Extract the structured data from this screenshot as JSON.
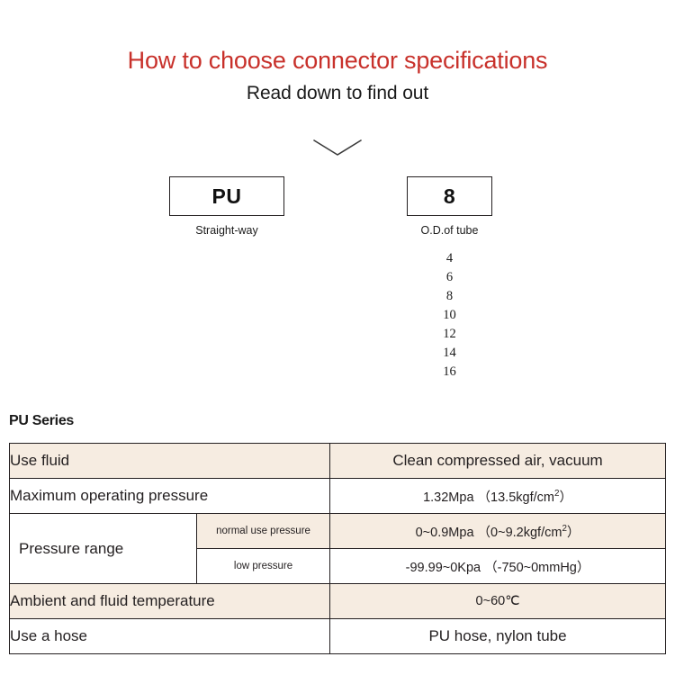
{
  "header": {
    "title": "How to choose connector specifications",
    "subtitle": "Read down to find out",
    "title_color": "#c8312b",
    "arrow_icon": "chevron-down-icon"
  },
  "code_breakdown": [
    {
      "key": "straight-way",
      "code": "PU",
      "caption": "Straight-way",
      "options": []
    },
    {
      "key": "od-of-tube",
      "code": "8",
      "caption": "O.D.of tube",
      "options": [
        "4",
        "6",
        "8",
        "10",
        "12",
        "14",
        "16"
      ]
    }
  ],
  "series": {
    "heading": "PU Series",
    "beige": "#f6ece1",
    "rows": [
      {
        "label": "Use fluid",
        "sublabel": null,
        "value": "Clean compressed air, vacuum",
        "value_suffix": null,
        "shaded": true,
        "value_small": false
      },
      {
        "label": "Maximum operating pressure",
        "sublabel": null,
        "value": "1.32Mpa （13.5kgf/cm",
        "value_suffix": "）",
        "value_sup": "2",
        "shaded": false,
        "value_small": true
      },
      {
        "label": "Pressure range",
        "sublabel": "normal use pressure",
        "value": "0~0.9Mpa （0~9.2kgf/cm",
        "value_suffix": "）",
        "value_sup": "2",
        "shaded": true,
        "value_small": true
      },
      {
        "label": "",
        "sublabel": "low pressure",
        "value": "-99.99~0Kpa （-750~0mmHg）",
        "value_suffix": null,
        "shaded": false,
        "value_small": true
      },
      {
        "label": "Ambient and fluid temperature",
        "sublabel": null,
        "value": "0~60℃",
        "value_suffix": null,
        "shaded": true,
        "value_small": true
      },
      {
        "label": "Use a hose",
        "sublabel": null,
        "value": "PU hose, nylon tube",
        "value_suffix": null,
        "shaded": false,
        "value_small": false
      }
    ]
  }
}
